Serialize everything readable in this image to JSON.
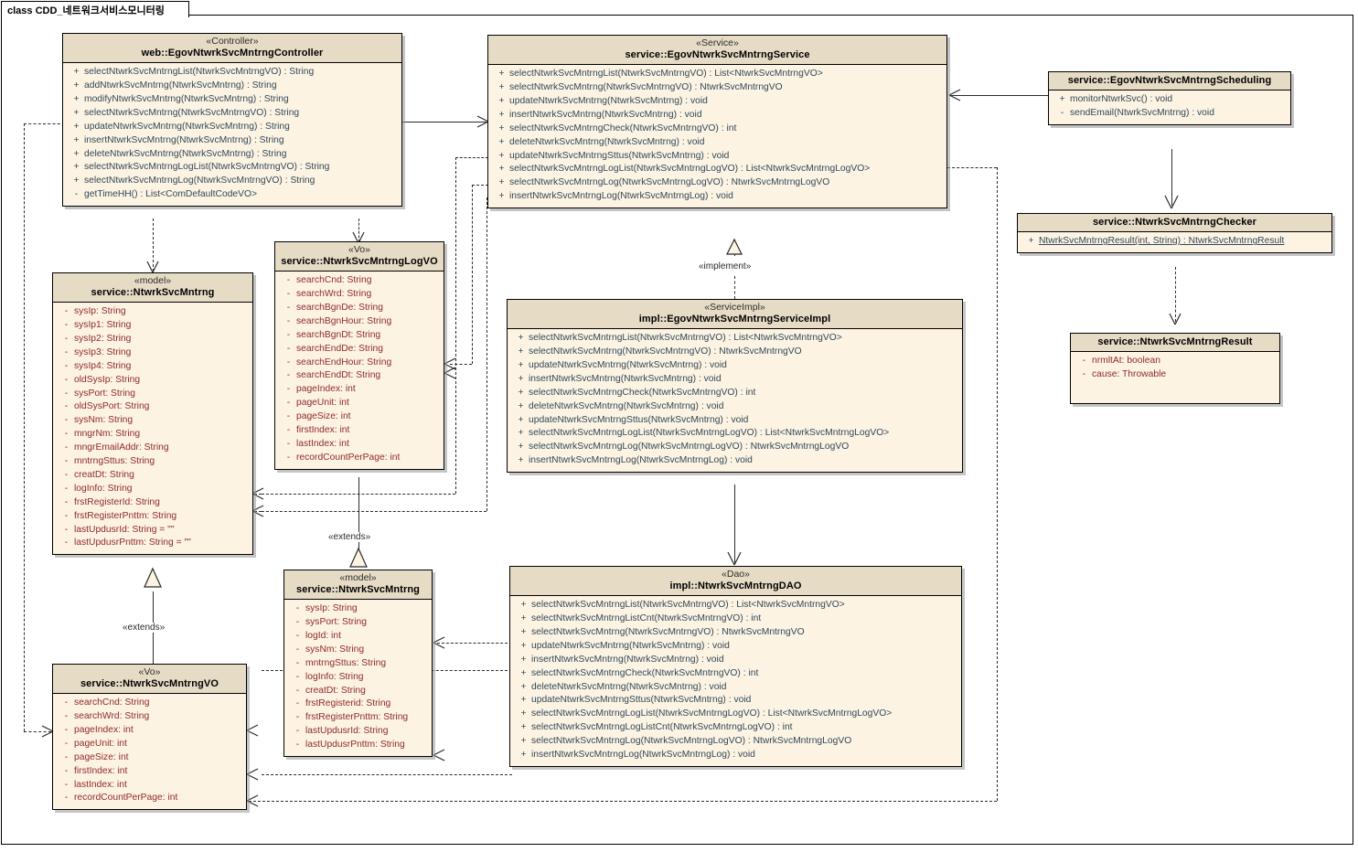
{
  "diagram": {
    "title_prefix": "class",
    "title_name": "CDD_네트워크서비스모니터링"
  },
  "labels": {
    "implement": "«implement»",
    "extends_1": "«extends»",
    "extends_2": "«extends»"
  },
  "colors": {
    "header_fill": "#e6dcc6",
    "body_fill": "#fdf3e3",
    "border": "#000000",
    "attribute_text": "#8e2a2a",
    "method_text": "#2f4858"
  },
  "classes": {
    "controller": {
      "stereotype": "«Controller»",
      "name": "web::EgovNtwrkSvcMntrngController",
      "members": [
        {
          "vis": "+",
          "text": "selectNtwrkSvcMntrngList(NtwrkSvcMntrngVO) : String",
          "kind": "method"
        },
        {
          "vis": "+",
          "text": "addNtwrkSvcMntrng(NtwrkSvcMntrng) : String",
          "kind": "method"
        },
        {
          "vis": "+",
          "text": "modifyNtwrkSvcMntrng(NtwrkSvcMntrng) : String",
          "kind": "method"
        },
        {
          "vis": "+",
          "text": "selectNtwrkSvcMntrng(NtwrkSvcMntrngVO) : String",
          "kind": "method"
        },
        {
          "vis": "+",
          "text": "updateNtwrkSvcMntrng(NtwrkSvcMntrng) : String",
          "kind": "method"
        },
        {
          "vis": "+",
          "text": "insertNtwrkSvcMntrng(NtwrkSvcMntrng) : String",
          "kind": "method"
        },
        {
          "vis": "+",
          "text": "deleteNtwrkSvcMntrng(NtwrkSvcMntrng) : String",
          "kind": "method"
        },
        {
          "vis": "+",
          "text": "selectNtwrkSvcMntrngLogList(NtwrkSvcMntrngVO) : String",
          "kind": "method"
        },
        {
          "vis": "+",
          "text": "selectNtwrkSvcMntrngLog(NtwrkSvcMntrngVO) : String",
          "kind": "method"
        },
        {
          "vis": "-",
          "text": "getTimeHH() : List<ComDefaultCodeVO>",
          "kind": "method"
        }
      ]
    },
    "service": {
      "stereotype": "«Service»",
      "name": "service::EgovNtwrkSvcMntrngService",
      "members": [
        {
          "vis": "+",
          "text": "selectNtwrkSvcMntrngList(NtwrkSvcMntrngVO) : List<NtwrkSvcMntrngVO>",
          "kind": "method"
        },
        {
          "vis": "+",
          "text": "selectNtwrkSvcMntrng(NtwrkSvcMntrngVO) : NtwrkSvcMntrngVO",
          "kind": "method"
        },
        {
          "vis": "+",
          "text": "updateNtwrkSvcMntrng(NtwrkSvcMntrng) : void",
          "kind": "method"
        },
        {
          "vis": "+",
          "text": "insertNtwrkSvcMntrng(NtwrkSvcMntrng) : void",
          "kind": "method"
        },
        {
          "vis": "+",
          "text": "selectNtwrkSvcMntrngCheck(NtwrkSvcMntrngVO) : int",
          "kind": "method"
        },
        {
          "vis": "+",
          "text": "deleteNtwrkSvcMntrng(NtwrkSvcMntrng) : void",
          "kind": "method"
        },
        {
          "vis": "+",
          "text": "updateNtwrkSvcMntrngSttus(NtwrkSvcMntrng) : void",
          "kind": "method"
        },
        {
          "vis": "+",
          "text": "selectNtwrkSvcMntrngLogList(NtwrkSvcMntrngLogVO) : List<NtwrkSvcMntrngLogVO>",
          "kind": "method"
        },
        {
          "vis": "+",
          "text": "selectNtwrkSvcMntrngLog(NtwrkSvcMntrngLogVO) : NtwrkSvcMntrngLogVO",
          "kind": "method"
        },
        {
          "vis": "+",
          "text": "insertNtwrkSvcMntrngLog(NtwrkSvcMntrngLog) : void",
          "kind": "method"
        }
      ]
    },
    "scheduling": {
      "stereotype": "",
      "name": "service::EgovNtwrkSvcMntrngScheduling",
      "members": [
        {
          "vis": "+",
          "text": "monitorNtwrkSvc() : void",
          "kind": "method"
        },
        {
          "vis": "-",
          "text": "sendEmail(NtwrkSvcMntrng) : void",
          "kind": "method"
        }
      ]
    },
    "checker": {
      "stereotype": "",
      "name": "service::NtwrkSvcMntrngChecker",
      "members": [
        {
          "vis": "+",
          "text": "NtwrkSvcMntrngResult(int, String) : NtwrkSvcMntrngResult",
          "kind": "method",
          "underline": true
        }
      ]
    },
    "result": {
      "stereotype": "",
      "name": "service::NtwrkSvcMntrngResult",
      "members": [
        {
          "vis": "-",
          "text": "nrmltAt:  boolean",
          "kind": "attr"
        },
        {
          "vis": "-",
          "text": "cause:  Throwable",
          "kind": "attr"
        }
      ]
    },
    "model_mntrng": {
      "stereotype": "«model»",
      "name": "service::NtwrkSvcMntrng",
      "members": [
        {
          "vis": "-",
          "text": "sysIp:  String",
          "kind": "attr"
        },
        {
          "vis": "-",
          "text": "sysIp1:  String",
          "kind": "attr"
        },
        {
          "vis": "-",
          "text": "sysIp2:  String",
          "kind": "attr"
        },
        {
          "vis": "-",
          "text": "sysIp3:  String",
          "kind": "attr"
        },
        {
          "vis": "-",
          "text": "sysIp4:  String",
          "kind": "attr"
        },
        {
          "vis": "-",
          "text": "oldSysIp:  String",
          "kind": "attr"
        },
        {
          "vis": "-",
          "text": "sysPort:  String",
          "kind": "attr"
        },
        {
          "vis": "-",
          "text": "oldSysPort:  String",
          "kind": "attr"
        },
        {
          "vis": "-",
          "text": "sysNm:  String",
          "kind": "attr"
        },
        {
          "vis": "-",
          "text": "mngrNm:  String",
          "kind": "attr"
        },
        {
          "vis": "-",
          "text": "mngrEmailAddr:  String",
          "kind": "attr"
        },
        {
          "vis": "-",
          "text": "mntrngSttus:  String",
          "kind": "attr"
        },
        {
          "vis": "-",
          "text": "creatDt:  String",
          "kind": "attr"
        },
        {
          "vis": "-",
          "text": "logInfo:  String",
          "kind": "attr"
        },
        {
          "vis": "-",
          "text": "frstRegisterId:  String",
          "kind": "attr"
        },
        {
          "vis": "-",
          "text": "frstRegisterPnttm:  String",
          "kind": "attr"
        },
        {
          "vis": "-",
          "text": "lastUpdusrId:  String = \"\"",
          "kind": "attr"
        },
        {
          "vis": "-",
          "text": "lastUpdusrPnttm:  String = \"\"",
          "kind": "attr"
        }
      ]
    },
    "logvo": {
      "stereotype": "«Vo»",
      "name": "service::NtwrkSvcMntrngLogVO",
      "members": [
        {
          "vis": "-",
          "text": "searchCnd:  String",
          "kind": "attr"
        },
        {
          "vis": "-",
          "text": "searchWrd:  String",
          "kind": "attr"
        },
        {
          "vis": "-",
          "text": "searchBgnDe:  String",
          "kind": "attr"
        },
        {
          "vis": "-",
          "text": "searchBgnHour:  String",
          "kind": "attr"
        },
        {
          "vis": "-",
          "text": "searchBgnDt:  String",
          "kind": "attr"
        },
        {
          "vis": "-",
          "text": "searchEndDe:  String",
          "kind": "attr"
        },
        {
          "vis": "-",
          "text": "searchEndHour:  String",
          "kind": "attr"
        },
        {
          "vis": "-",
          "text": "searchEndDt:  String",
          "kind": "attr"
        },
        {
          "vis": "-",
          "text": "pageIndex: int",
          "kind": "attr"
        },
        {
          "vis": "-",
          "text": "pageUnit: int",
          "kind": "attr"
        },
        {
          "vis": "-",
          "text": "pageSize:  int",
          "kind": "attr"
        },
        {
          "vis": "-",
          "text": "firstIndex:  int",
          "kind": "attr"
        },
        {
          "vis": "-",
          "text": "lastIndex:  int",
          "kind": "attr"
        },
        {
          "vis": "-",
          "text": "recordCountPerPage:  int",
          "kind": "attr"
        }
      ]
    },
    "serviceimpl": {
      "stereotype": "«ServiceImpl»",
      "name": "impl::EgovNtwrkSvcMntrngServiceImpl",
      "members": [
        {
          "vis": "+",
          "text": "selectNtwrkSvcMntrngList(NtwrkSvcMntrngVO) : List<NtwrkSvcMntrngVO>",
          "kind": "method"
        },
        {
          "vis": "+",
          "text": "selectNtwrkSvcMntrng(NtwrkSvcMntrngVO) : NtwrkSvcMntrngVO",
          "kind": "method"
        },
        {
          "vis": "+",
          "text": "updateNtwrkSvcMntrng(NtwrkSvcMntrng) : void",
          "kind": "method"
        },
        {
          "vis": "+",
          "text": "insertNtwrkSvcMntrng(NtwrkSvcMntrng) : void",
          "kind": "method"
        },
        {
          "vis": "+",
          "text": "selectNtwrkSvcMntrngCheck(NtwrkSvcMntrngVO) : int",
          "kind": "method"
        },
        {
          "vis": "+",
          "text": "deleteNtwrkSvcMntrng(NtwrkSvcMntrng) : void",
          "kind": "method"
        },
        {
          "vis": "+",
          "text": "updateNtwrkSvcMntrngSttus(NtwrkSvcMntrng) : void",
          "kind": "method"
        },
        {
          "vis": "+",
          "text": "selectNtwrkSvcMntrngLogList(NtwrkSvcMntrngLogVO) : List<NtwrkSvcMntrngLogVO>",
          "kind": "method"
        },
        {
          "vis": "+",
          "text": "selectNtwrkSvcMntrngLog(NtwrkSvcMntrngLogVO) : NtwrkSvcMntrngLogVO",
          "kind": "method"
        },
        {
          "vis": "+",
          "text": "insertNtwrkSvcMntrngLog(NtwrkSvcMntrngLog) : void",
          "kind": "method"
        }
      ]
    },
    "dao": {
      "stereotype": "«Dao»",
      "name": "impl::NtwrkSvcMntrngDAO",
      "members": [
        {
          "vis": "+",
          "text": "selectNtwrkSvcMntrngList(NtwrkSvcMntrngVO) : List<NtwrkSvcMntrngVO>",
          "kind": "method"
        },
        {
          "vis": "+",
          "text": "selectNtwrkSvcMntrngListCnt(NtwrkSvcMntrngVO) : int",
          "kind": "method"
        },
        {
          "vis": "+",
          "text": "selectNtwrkSvcMntrng(NtwrkSvcMntrngVO) : NtwrkSvcMntrngVO",
          "kind": "method"
        },
        {
          "vis": "+",
          "text": "updateNtwrkSvcMntrng(NtwrkSvcMntrng) : void",
          "kind": "method"
        },
        {
          "vis": "+",
          "text": "insertNtwrkSvcMntrng(NtwrkSvcMntrng) : void",
          "kind": "method"
        },
        {
          "vis": "+",
          "text": "selectNtwrkSvcMntrngCheck(NtwrkSvcMntrngVO) : int",
          "kind": "method"
        },
        {
          "vis": "+",
          "text": "deleteNtwrkSvcMntrng(NtwrkSvcMntrng) : void",
          "kind": "method"
        },
        {
          "vis": "+",
          "text": "updateNtwrkSvcMntrngSttus(NtwrkSvcMntrng) : void",
          "kind": "method"
        },
        {
          "vis": "+",
          "text": "selectNtwrkSvcMntrngLogList(NtwrkSvcMntrngLogVO) : List<NtwrkSvcMntrngLogVO>",
          "kind": "method"
        },
        {
          "vis": "+",
          "text": "selectNtwrkSvcMntrngLogListCnt(NtwrkSvcMntrngLogVO) : int",
          "kind": "method"
        },
        {
          "vis": "+",
          "text": "selectNtwrkSvcMntrngLog(NtwrkSvcMntrngLogVO) : NtwrkSvcMntrngLogVO",
          "kind": "method"
        },
        {
          "vis": "+",
          "text": "insertNtwrkSvcMntrngLog(NtwrkSvcMntrngLog) : void",
          "kind": "method"
        }
      ]
    },
    "model_log": {
      "stereotype": "«model»",
      "name": "service::NtwrkSvcMntrng",
      "members": [
        {
          "vis": "-",
          "text": "sysIp:  String",
          "kind": "attr"
        },
        {
          "vis": "-",
          "text": "sysPort:  String",
          "kind": "attr"
        },
        {
          "vis": "-",
          "text": "logId:  int",
          "kind": "attr"
        },
        {
          "vis": "-",
          "text": "sysNm:  String",
          "kind": "attr"
        },
        {
          "vis": "-",
          "text": "mntrngSttus:  String",
          "kind": "attr"
        },
        {
          "vis": "-",
          "text": "logInfo:  String",
          "kind": "attr"
        },
        {
          "vis": "-",
          "text": "creatDt:  String",
          "kind": "attr"
        },
        {
          "vis": "-",
          "text": "frstRegisterid:  String",
          "kind": "attr"
        },
        {
          "vis": "-",
          "text": "frstRegisterPnttm:  String",
          "kind": "attr"
        },
        {
          "vis": "-",
          "text": "lastUpdusrId:  String",
          "kind": "attr"
        },
        {
          "vis": "-",
          "text": "lastUpdusrPnttm:  String",
          "kind": "attr"
        }
      ]
    },
    "vo": {
      "stereotype": "«Vo»",
      "name": "service::NtwrkSvcMntrngVO",
      "members": [
        {
          "vis": "-",
          "text": "searchCnd:  String",
          "kind": "attr"
        },
        {
          "vis": "-",
          "text": "searchWrd:  String",
          "kind": "attr"
        },
        {
          "vis": "-",
          "text": "pageIndex:  int",
          "kind": "attr"
        },
        {
          "vis": "-",
          "text": "pageUnit:  int",
          "kind": "attr"
        },
        {
          "vis": "-",
          "text": "pageSize:  int",
          "kind": "attr"
        },
        {
          "vis": "-",
          "text": "firstIndex:  int",
          "kind": "attr"
        },
        {
          "vis": "-",
          "text": "lastIndex:  int",
          "kind": "attr"
        },
        {
          "vis": "-",
          "text": "recordCountPerPage:  int",
          "kind": "attr"
        }
      ]
    }
  }
}
